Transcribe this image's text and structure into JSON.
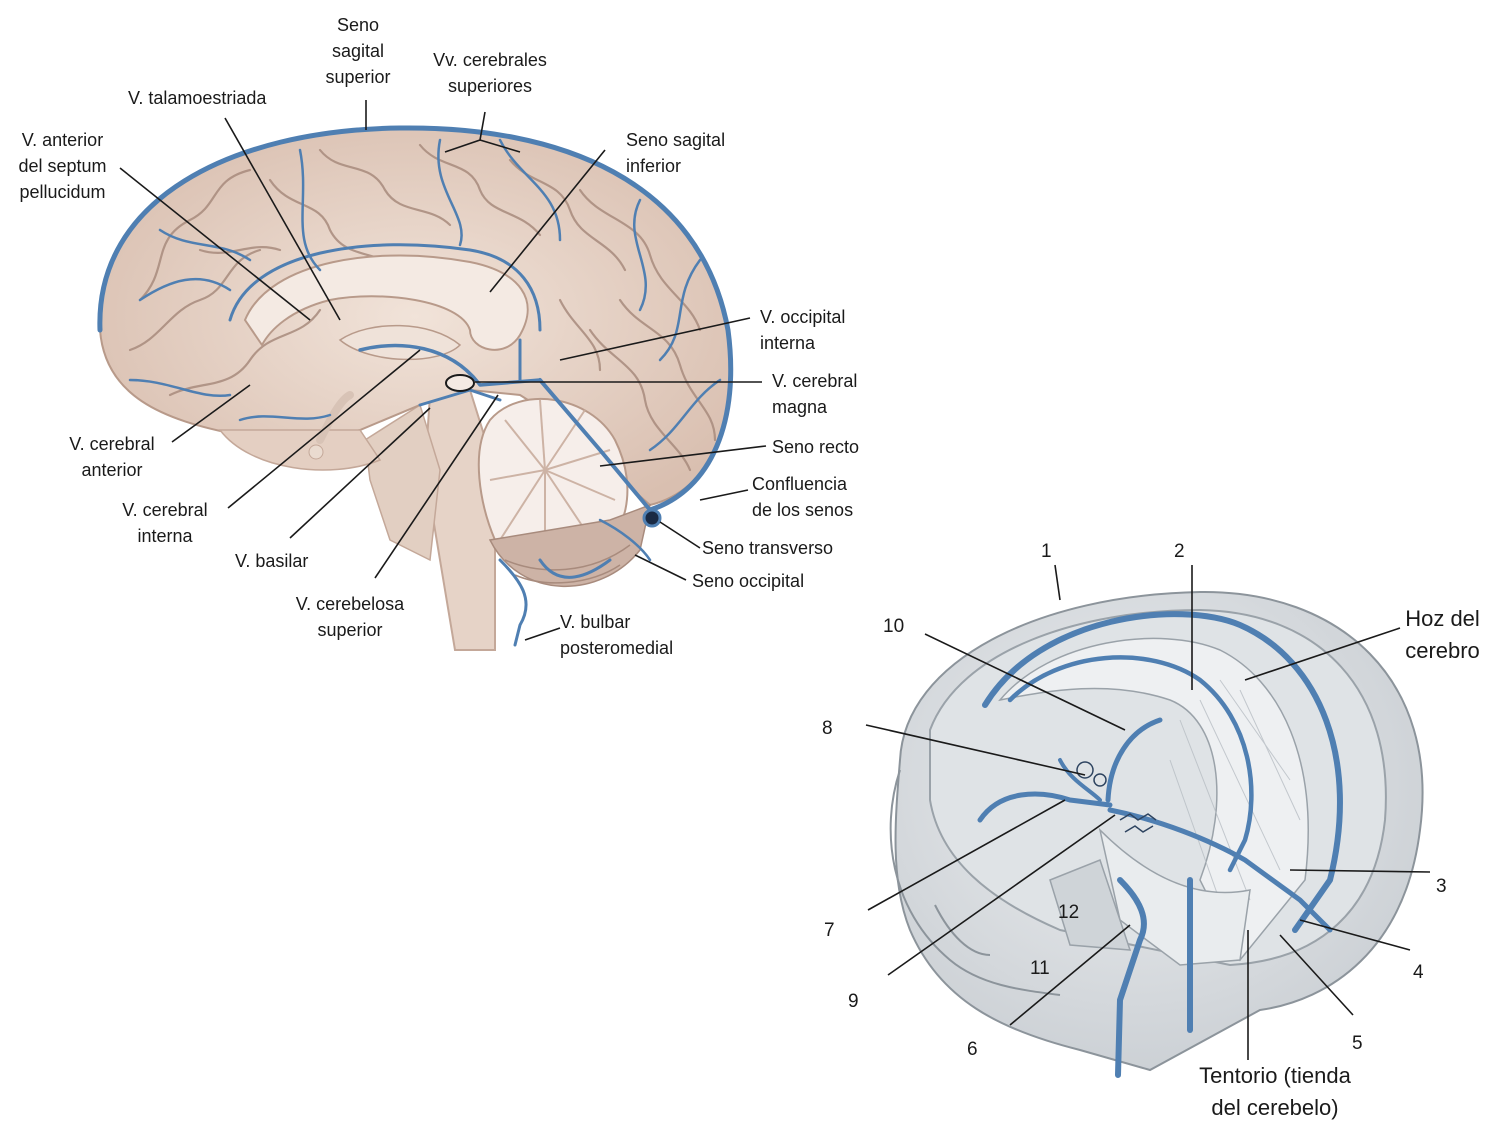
{
  "figure_left": {
    "labels": {
      "seno_sagital_superior": "Seno\nsagital\nsuperior",
      "vv_cerebrales_superiores": "Vv. cerebrales\nsuperiores",
      "v_talamoestriada": "V. talamoestriada",
      "v_anterior_septum": "V. anterior\ndel septum\npellucidum",
      "seno_sagital_inferior": "Seno sagital\ninferior",
      "v_occipital_interna": "V. occipital\ninterna",
      "v_cerebral_magna": "V. cerebral\nmagna",
      "seno_recto": "Seno recto",
      "confluencia": "Confluencia\nde los senos",
      "seno_transverso": "Seno transverso",
      "seno_occipital": "Seno occipital",
      "v_bulbar": "V. bulbar\nposteromedial",
      "v_cerebral_anterior": "V. cerebral\nanterior",
      "v_cerebral_interna": "V. cerebral\ninterna",
      "v_basilar": "V. basilar",
      "v_cerebelosa_superior": "V. cerebelosa\nsuperior"
    }
  },
  "figure_right": {
    "numbers": {
      "n1": "1",
      "n2": "2",
      "n3": "3",
      "n4": "4",
      "n5": "5",
      "n6": "6",
      "n7": "7",
      "n8": "8",
      "n9": "9",
      "n10": "10",
      "n11": "11",
      "n12": "12"
    },
    "labels": {
      "hoz_del_cerebro": "Hoz del\ncerebro",
      "tentorio": "Tentorio (tienda\ndel cerebelo)"
    }
  },
  "colors": {
    "vein_blue": "#4f7fb2",
    "brain_tissue": "#ead8cc",
    "brain_shadow": "#c9ad9e",
    "skull_gray": "#d7dadd",
    "line": "#1a1a1a"
  }
}
